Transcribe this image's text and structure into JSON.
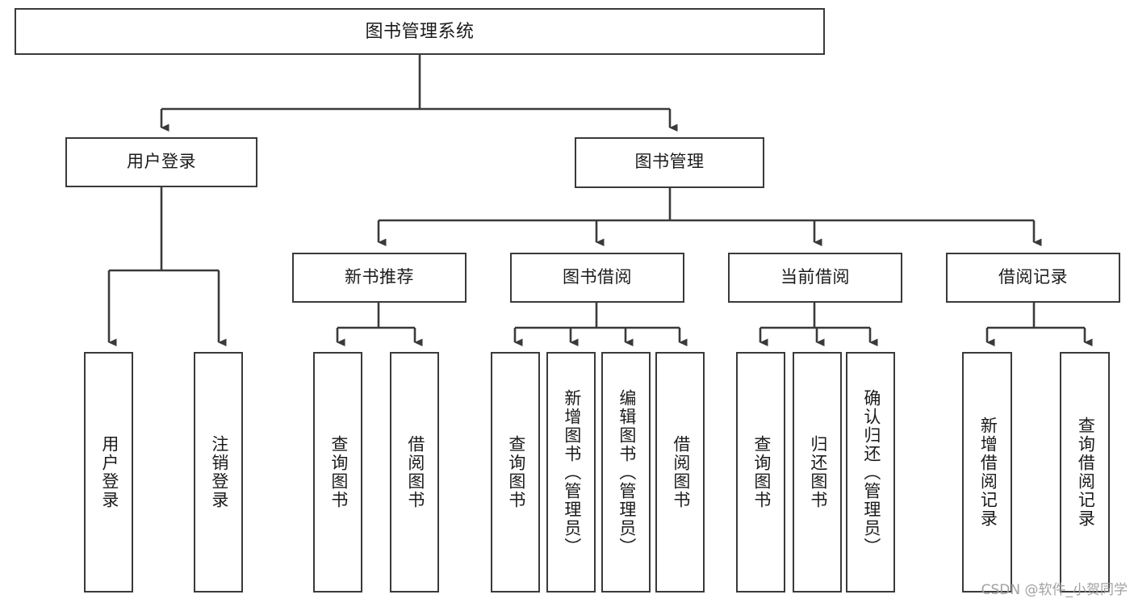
{
  "diagram": {
    "type": "tree-hierarchy-chart",
    "title": "图书管理系统",
    "colors": {
      "box_border": "#3a3a3a",
      "box_fill": "#ffffff",
      "connector": "#3a3a3a",
      "text": "#1b1b1b",
      "watermark": "#9d9d9d",
      "background": "#ffffff"
    },
    "root": {
      "label": "图书管理系统"
    },
    "level2": [
      {
        "label": "用户登录"
      },
      {
        "label": "图书管理"
      }
    ],
    "level3": [
      {
        "label": "新书推荐"
      },
      {
        "label": "图书借阅"
      },
      {
        "label": "当前借阅"
      },
      {
        "label": "借阅记录"
      }
    ],
    "leaves": {
      "user_login": [
        {
          "label": "用户登录"
        },
        {
          "label": "注销登录"
        }
      ],
      "new_book_recommend": [
        {
          "label": "查询图书"
        },
        {
          "label": "借阅图书"
        }
      ],
      "book_borrow": [
        {
          "label": "查询图书"
        },
        {
          "label": "新增图书（管理员）"
        },
        {
          "label": "编辑图书（管理员）"
        },
        {
          "label": "借阅图书"
        }
      ],
      "current_borrow": [
        {
          "label": "查询图书"
        },
        {
          "label": "归还图书"
        },
        {
          "label": "确认归还（管理员）"
        }
      ],
      "borrow_record": [
        {
          "label": "新增借阅记录"
        },
        {
          "label": "查询借阅记录"
        }
      ]
    }
  },
  "watermark": {
    "text": "CSDN @软件_小贺同学"
  }
}
